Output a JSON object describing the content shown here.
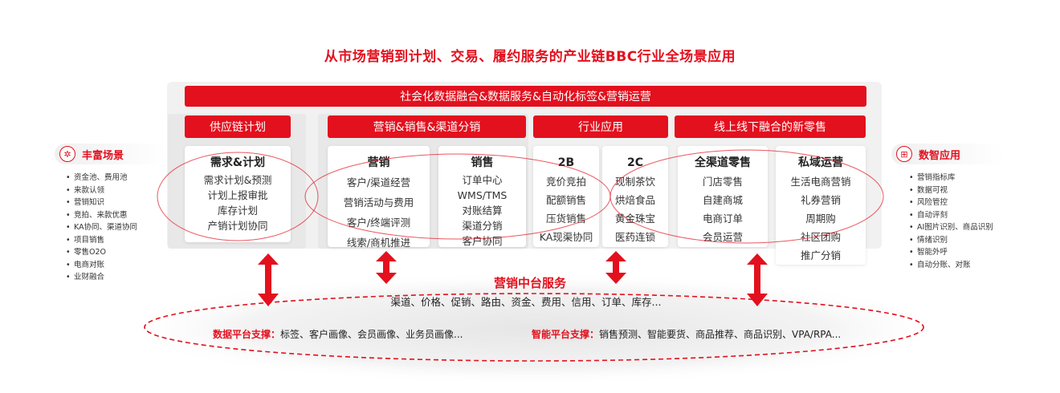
{
  "title": "从市场营销到计划、交易、履约服务的产业链BBC行业全场景应用",
  "top_bar": "社会化数据融合&数据服务&自动化标签&营销运营",
  "columns": [
    {
      "header": "供应链计划"
    },
    {
      "header": "营销&销售&渠道分销"
    },
    {
      "header": "行业应用"
    },
    {
      "header": "线上线下融合的新零售"
    }
  ],
  "cards": {
    "plan": {
      "title": "需求&计划",
      "items": [
        "需求计划&预测",
        "计划上报审批",
        "库存计划",
        "产销计划协同"
      ]
    },
    "marketing": {
      "title": "营销",
      "items": [
        "客户/渠道经营",
        "营销活动与费用",
        "客户/终端评测",
        "线索/商机推进"
      ]
    },
    "sales": {
      "title": "销售",
      "items": [
        "订单中心",
        "WMS/TMS",
        "对账结算",
        "渠道分销",
        "客户协同"
      ]
    },
    "b2b": {
      "title": "2B",
      "items": [
        "竞价竞拍",
        "配额销售",
        "压货销售",
        "KA现渠协同"
      ]
    },
    "b2c": {
      "title": "2C",
      "items": [
        "现制茶饮",
        "烘焙食品",
        "黄金珠宝",
        "医药连锁"
      ]
    },
    "omni": {
      "title": "全渠道零售",
      "items": [
        "门店零售",
        "自建商城",
        "电商订单",
        "会员运营"
      ]
    },
    "private": {
      "title": "私域运营",
      "items": [
        "生活电商营销",
        "礼券营销",
        "周期购",
        "社区团购",
        "推广分销"
      ]
    }
  },
  "left": {
    "label": "丰富场景",
    "items": [
      "资金池、费用池",
      "来款认领",
      "营销知识",
      "竞拍、来款优惠",
      "KA协同、渠道协同",
      "项目销售",
      "零售O2O",
      "电商对账",
      "业财融合"
    ]
  },
  "right": {
    "label": "数智应用",
    "items": [
      "营销指标库",
      "数据可视",
      "风险管控",
      "自动评刻",
      "AI图片识别、商品识别",
      "情绪识别",
      "智能外呼",
      "自动分账、对账"
    ]
  },
  "middle": {
    "title": "营销中台服务",
    "items": "渠道、价格、促销、路由、资金、费用、信用、订单、库存..."
  },
  "platforms": {
    "data_label": "数据平台支撑：",
    "data_items": "标签、客户画像、会员画像、业务员画像...",
    "ai_label": "智能平台支撑：",
    "ai_items": "销售预测、智能要货、商品推荐、商品识别、VPA/RPA..."
  },
  "colors": {
    "accent": "#e3101e",
    "panel": "#f1f1f1"
  },
  "icons": {
    "left": "scene-network-icon",
    "right": "data-grid-icon"
  }
}
